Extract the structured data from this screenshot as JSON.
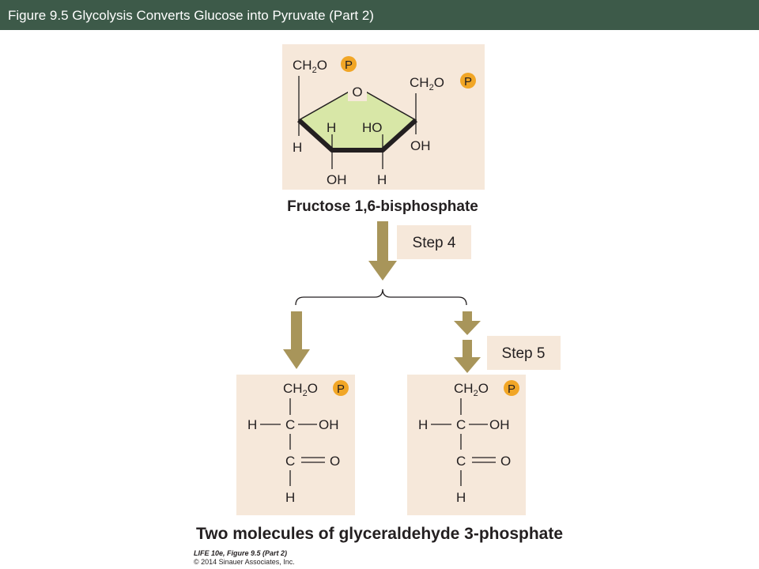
{
  "header": {
    "title": "Figure 9.5  Glycolysis Converts Glucose into Pyruvate (Part 2)"
  },
  "molecules": {
    "fructose": {
      "ring_oxygen": "O",
      "ch2_left": "CH",
      "ch2_left_sub": "2",
      "ch2_left_tail": "O",
      "ch2_right": "CH",
      "ch2_right_sub": "2",
      "ch2_right_tail": "O",
      "phosphate": "P",
      "h_left": "H",
      "h_inner": "H",
      "ho_inner": "HO",
      "oh_right": "OH",
      "oh_bottom": "OH",
      "h_bottom": "H",
      "caption": "Fructose 1,6-bisphosphate"
    },
    "g3p": {
      "ch2": "CH",
      "ch2_sub": "2",
      "ch2_tail": "O",
      "phosphate": "P",
      "h_left": "H",
      "c_center": "C",
      "oh_right": "OH",
      "c_lower": "C",
      "o_double": "O",
      "h_bottom": "H"
    },
    "caption_bottom": "Two molecules of glyceraldehyde 3-phosphate"
  },
  "steps": {
    "step4": "Step 4",
    "step5": "Step 5"
  },
  "credit": {
    "line1": "LIFE 10e, Figure 9.5 (Part 2)",
    "line2": "© 2014 Sinauer Associates, Inc."
  },
  "colors": {
    "header_bg": "#3d5a49",
    "panel_bg": "#f6e8da",
    "ring_fill": "#d8e7a7",
    "phosphate": "#f1a626",
    "arrow": "#a8955a",
    "step_box": "#f6e8da"
  }
}
